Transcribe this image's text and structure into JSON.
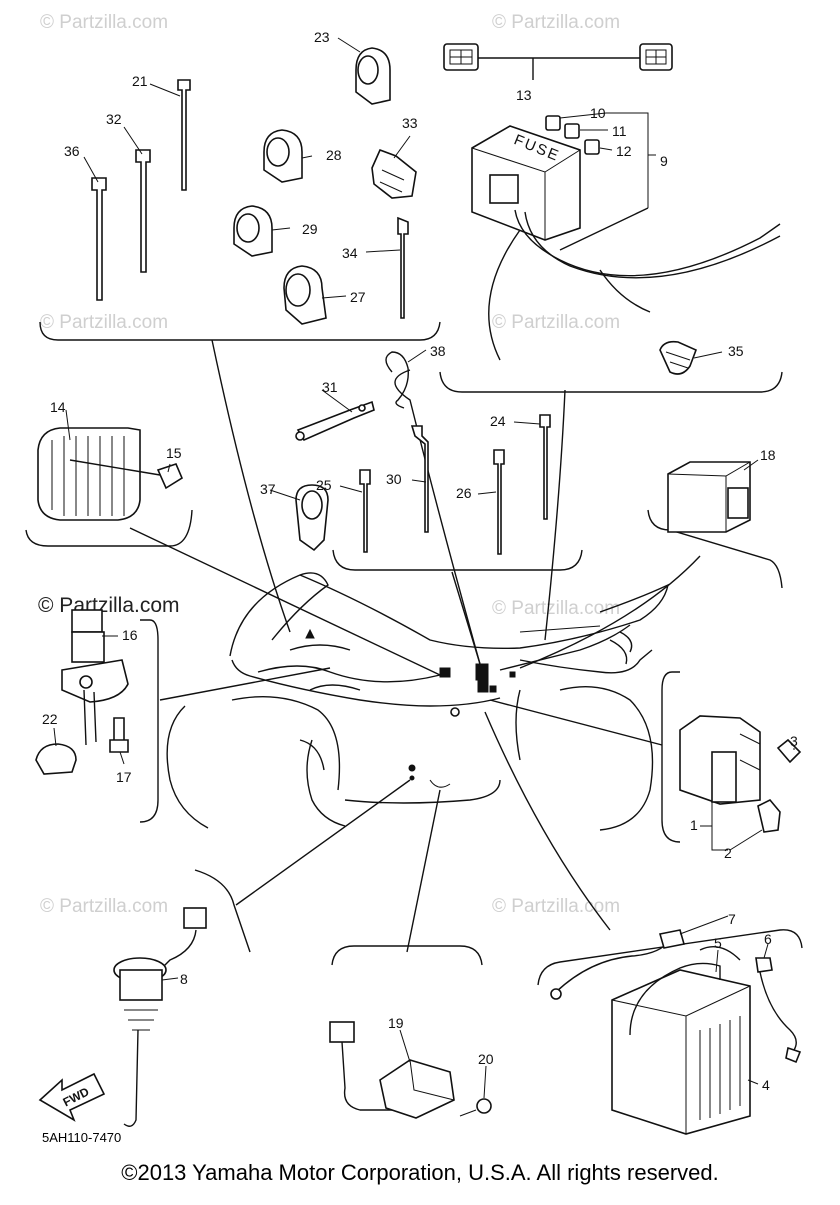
{
  "watermark": "© Partzilla.com",
  "watermark_dark": "© Partzilla.com",
  "copyright": "©2013  Yamaha Motor Corporation, U.S.A. All rights reserved.",
  "diagram_code": "5AH110-7470",
  "fuse_text": "FUSE",
  "fwd_text": "FWD",
  "callouts": [
    "1",
    "2",
    "3",
    "4",
    "5",
    "6",
    "7",
    "8",
    "9",
    "10",
    "11",
    "12",
    "13",
    "14",
    "15",
    "16",
    "17",
    "18",
    "19",
    "20",
    "21",
    "22",
    "23",
    "24",
    "25",
    "26",
    "27",
    "28",
    "29",
    "30",
    "31",
    "32",
    "33",
    "34",
    "35",
    "36",
    "37",
    "38"
  ]
}
